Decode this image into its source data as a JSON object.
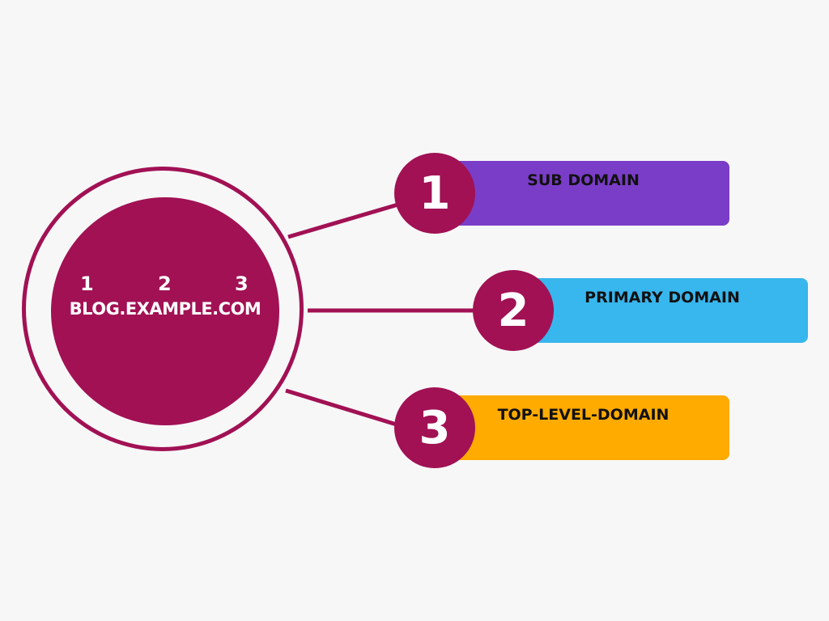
{
  "center": {
    "text": "BLOG.EXAMPLE.COM",
    "part_numbers": [
      "1",
      "2",
      "3"
    ]
  },
  "items": [
    {
      "number": "1",
      "label": "SUB DOMAIN",
      "color": "#7a3dc8"
    },
    {
      "number": "2",
      "label": "PRIMARY DOMAIN",
      "color": "#38b6ee"
    },
    {
      "number": "3",
      "label": "TOP-LEVEL-DOMAIN",
      "color": "#ffab00"
    }
  ],
  "colors": {
    "accent": "#a11154",
    "background": "#f7f7f7"
  }
}
